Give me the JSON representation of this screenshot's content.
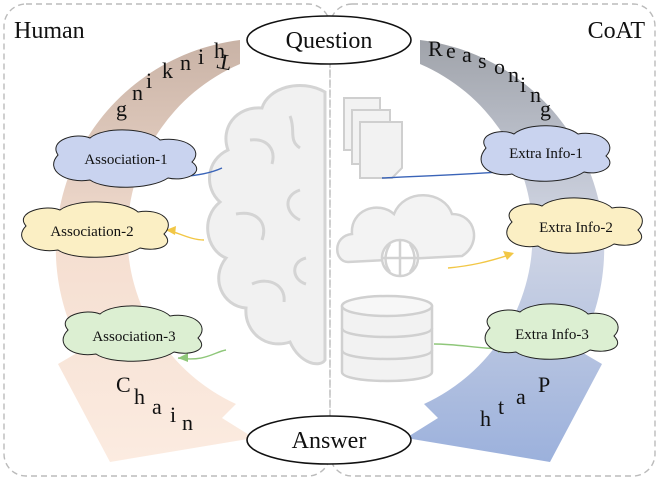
{
  "left_title": "Human",
  "right_title": "CoAT",
  "top_node": "Question",
  "bottom_node": "Answer",
  "left_arc_top_letters": [
    "T",
    "h",
    "i",
    "n",
    "k",
    "i",
    "n",
    "g"
  ],
  "left_arc_bottom_letters": [
    "C",
    "h",
    "a",
    "i",
    "n"
  ],
  "right_arc_top_letters": [
    "R",
    "e",
    "a",
    "s",
    "o",
    "n",
    "i",
    "n",
    "g"
  ],
  "right_arc_bottom_letters": [
    "P",
    "a",
    "t",
    "h"
  ],
  "associations": [
    {
      "label": "Association-1",
      "color": "#c9d3ef"
    },
    {
      "label": "Association-2",
      "color": "#fbefc4"
    },
    {
      "label": "Association-3",
      "color": "#dcefd2"
    }
  ],
  "extra_info": [
    {
      "label": "Extra Info-1",
      "color": "#c9d3ef"
    },
    {
      "label": "Extra Info-2",
      "color": "#fbefc4"
    },
    {
      "label": "Extra Info-3",
      "color": "#dcefd2"
    }
  ],
  "colors": {
    "left_arc_top": "#c9b3a5",
    "left_arc_bottom": "#f6dcc8",
    "right_arc_top": "#9ea3ad",
    "right_arc_bottom": "#9fb3dc",
    "blue_arrow": "#3a64b8",
    "yellow_arrow": "#f2c746",
    "green_arrow": "#8fc77a"
  }
}
